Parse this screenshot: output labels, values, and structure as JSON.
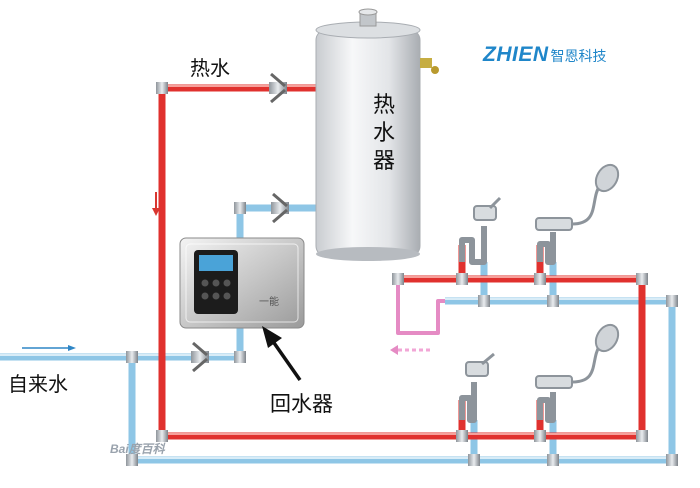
{
  "labels": {
    "hot_water": "热水",
    "tap_water": "自来水",
    "return_pump": "回水器",
    "water_heater": [
      "热",
      "水",
      "器"
    ]
  },
  "logo": {
    "en": "ZHIEN",
    "cn": "智恩科技"
  },
  "pump_brand": "一能",
  "watermark": "Bai度百科",
  "colors": {
    "hot_pipe": "#e0312e",
    "cold_pipe": "#8ec6e6",
    "return_pipe": "#e58bc4",
    "logo": "#1f86c9",
    "arrow": "#d9362f"
  }
}
